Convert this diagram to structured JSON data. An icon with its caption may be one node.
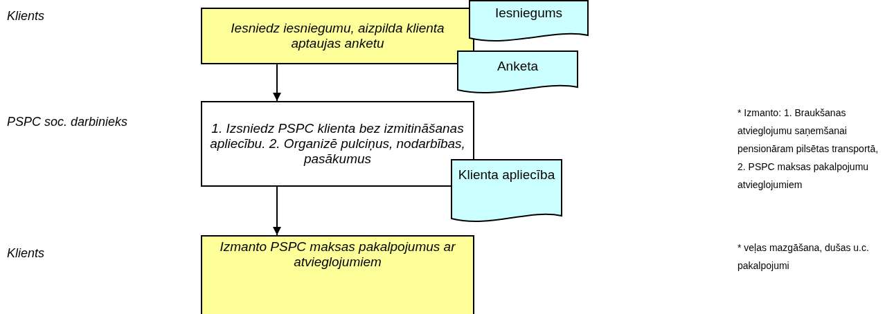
{
  "diagram": {
    "nodes": [
      {
        "text": [
          "Iesniedz iesniegumu, aizpilda klienta aptaujas anketu"
        ]
      },
      {
        "text": [
          "Iesniegums"
        ]
      },
      {
        "text": [
          "Anketa"
        ]
      },
      {
        "text": [
          "1. Izsniedz PSPC klienta bez izmitināšanas apliecību. 2. Organizē pulciņus, nodarbības, pasākumus"
        ]
      },
      {
        "text": [
          "Klienta apliecība"
        ]
      },
      {
        "text": [
          "Izmanto PSPC maksas pakalpojumus ar atvieglojumiem"
        ]
      }
    ],
    "edges": [
      {
        "from": 0,
        "to": 3,
        "arrow": "to"
      },
      {
        "from": 3,
        "to": 5,
        "arrow": "to"
      }
    ],
    "labels": [
      "Klients",
      "PSPC soc. darbinieks",
      "* Izmanto: 1. Braukšanas atvieglojumu saņemšanai pensionāram pilsētas transportā, 2. PSPC maksas pakalpojumu atvieglojumiem",
      "Klients",
      "* veļas mazgāšana, dušas u.c. pakalpojumi"
    ]
  }
}
